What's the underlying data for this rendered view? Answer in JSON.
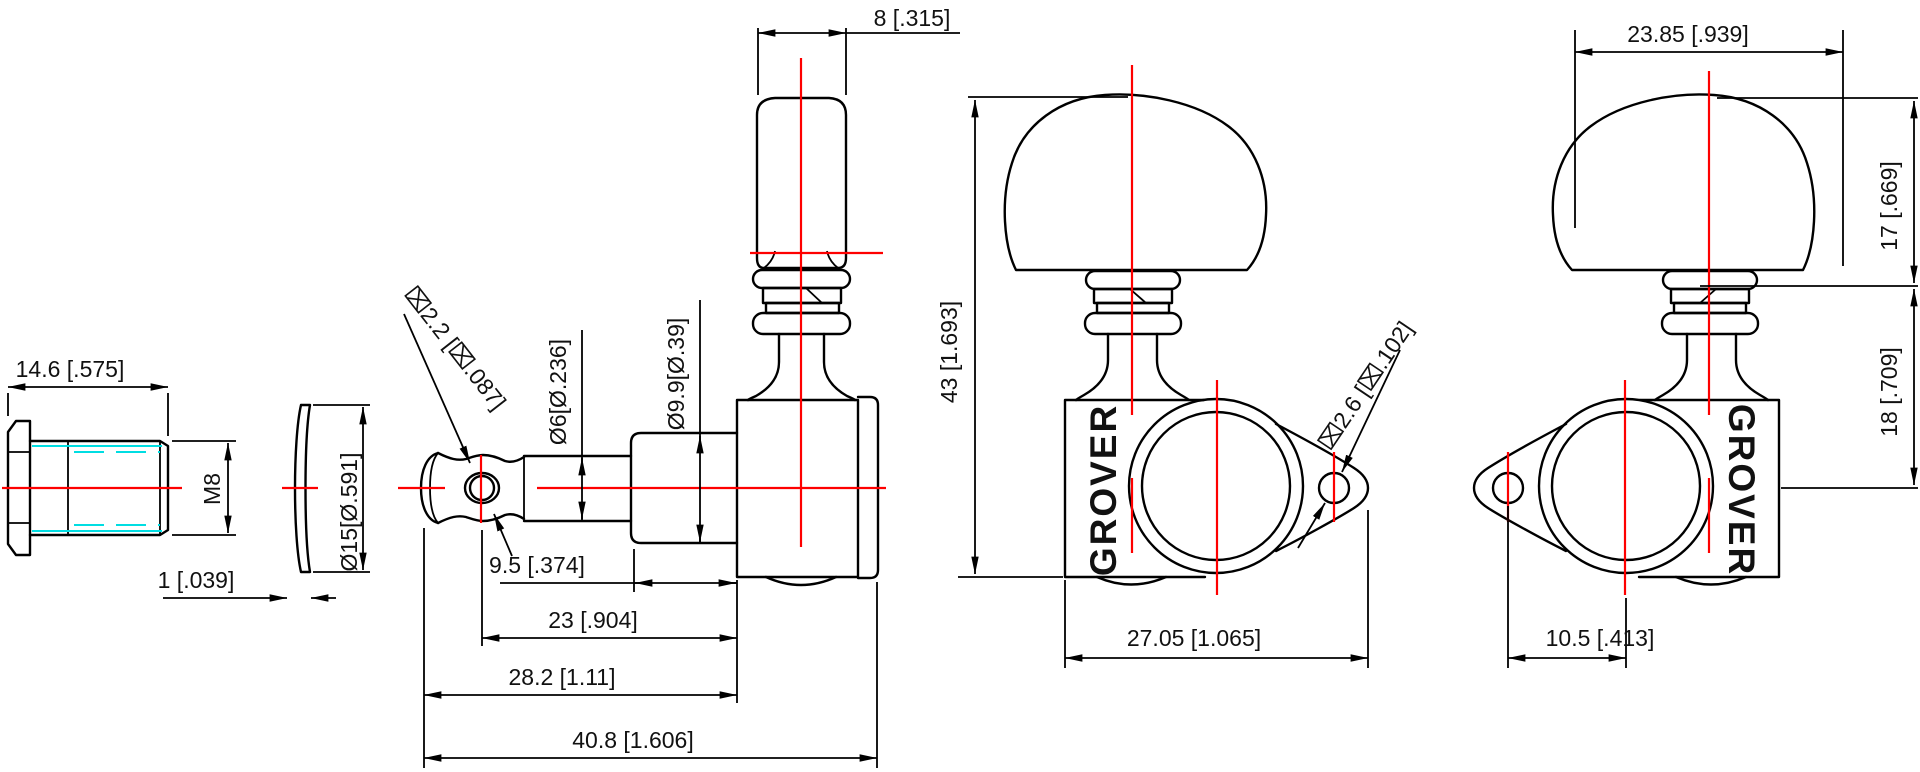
{
  "drawing": {
    "type": "technical-dimension-drawing",
    "subject": "guitar tuning machine",
    "brand": "GROVER",
    "colors": {
      "outline": "#000000",
      "centerline": "#fe0000",
      "thread_highlight": "#00dde2",
      "background": "#ffffff"
    },
    "views": [
      "threaded-bushing-side",
      "washer-side",
      "tuner-side-view",
      "tuner-front-view",
      "tuner-front-view-mirrored"
    ]
  },
  "dimensions": {
    "bushing_length": "14.6 [.575]",
    "bushing_thread": "M8",
    "washer_thickness": "1 [.039]",
    "washer_diameter": "Ø15[Ø.591]",
    "button_thickness": "8 [.315]",
    "string_hole_diameter": "⌧2.2 [⌧.087]",
    "post_shaft_diameter": "Ø6[Ø.236]",
    "post_collar_diameter": "Ø9.9[Ø.39]",
    "collar_length": "9.5 [.374]",
    "hole_to_housing": "23 [.904]",
    "post_to_housing": "28.2 [1.11]",
    "overall_length": "40.8 [1.606]",
    "overall_height": "43 [1.693]",
    "housing_width": "27.05 [1.065]",
    "screw_hole_diameter": "⌧2.6 [⌧.102]",
    "button_width": "23.85 [.939]",
    "button_height": "17 [.669]",
    "collar_to_axis": "18 [.709]",
    "screw_hole_offset": "10.5 [.413]",
    "brand_left": "GROVER",
    "brand_right": "GROVER"
  }
}
